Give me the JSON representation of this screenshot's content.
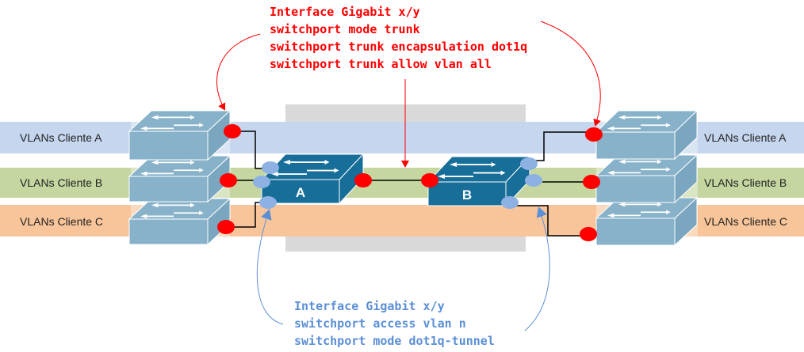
{
  "diagram": {
    "title": "Q-in-Q (802.1Q tunneling) topology",
    "colors": {
      "band_a": "#c5d6ee",
      "band_b": "#c5d6a0",
      "band_c": "#f8c59a",
      "core_band": "#d9d9d9",
      "customer_switch": "#87b2c9",
      "provider_switch": "#176e98",
      "trunk_port": "#ff0000",
      "tunnel_port": "#8eb1e3",
      "trunk_annotation": "#ff0000",
      "tunnel_annotation": "#5b8fd6"
    },
    "vlan_bands": [
      {
        "id": "a",
        "left_label": "VLANs Cliente A",
        "right_label": "VLANs Cliente A"
      },
      {
        "id": "b",
        "left_label": "VLANs Cliente B",
        "right_label": "VLANs Cliente B"
      },
      {
        "id": "c",
        "left_label": "VLANs Cliente C",
        "right_label": "VLANs Cliente C"
      }
    ],
    "provider_switches": [
      {
        "id": "A",
        "label": "A"
      },
      {
        "id": "B",
        "label": "B"
      }
    ],
    "customer_switches": {
      "left": [
        "Cliente A",
        "Cliente B",
        "Cliente C"
      ],
      "right": [
        "Cliente A",
        "Cliente B",
        "Cliente C"
      ]
    },
    "trunk_config": {
      "lines": [
        "Interface Gigabit x/y",
        "switchport mode trunk",
        "switchport trunk encapsulation dot1q",
        "switchport trunk allow vlan all"
      ]
    },
    "tunnel_config": {
      "lines": [
        "Interface Gigabit x/y",
        "switchport access vlan n",
        "switchport mode dot1q-tunnel"
      ]
    }
  }
}
